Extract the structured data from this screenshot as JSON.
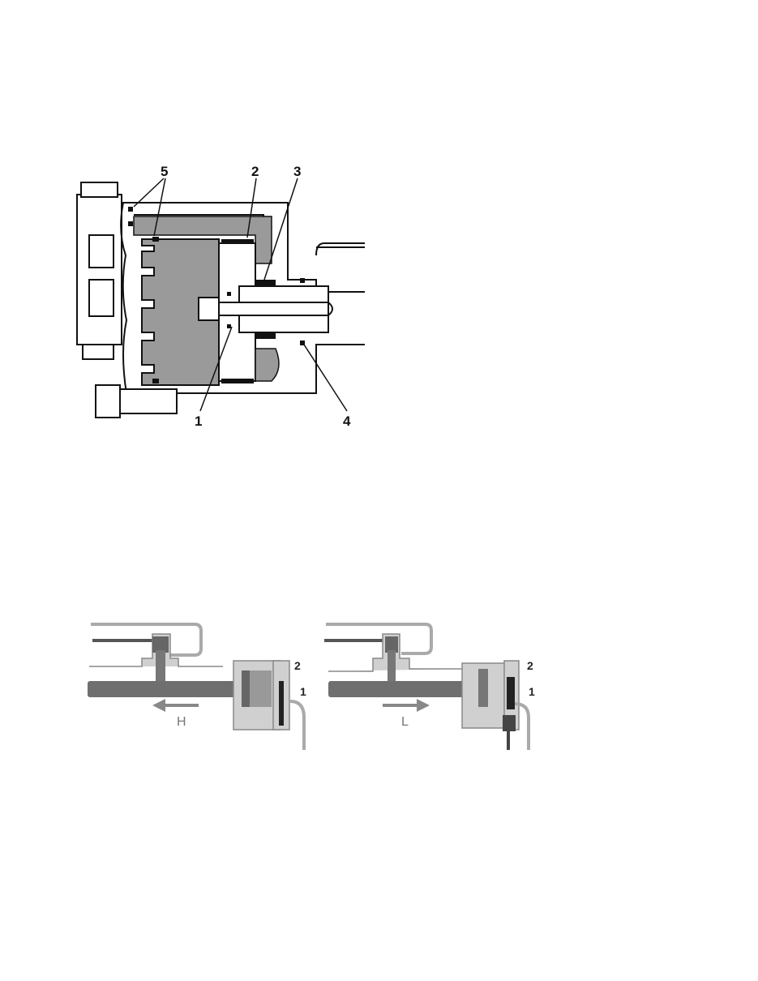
{
  "figure1": {
    "description": "Cross-section of gear shift cylinder / actuator",
    "callouts": [
      "5",
      "2",
      "3",
      "1",
      "4"
    ]
  },
  "figure2": {
    "left": {
      "callouts": [
        "2",
        "1"
      ],
      "direction_label": "H",
      "arrow": "left"
    },
    "right": {
      "callouts": [
        "2",
        "1"
      ],
      "direction_label": "L",
      "arrow": "right"
    }
  }
}
